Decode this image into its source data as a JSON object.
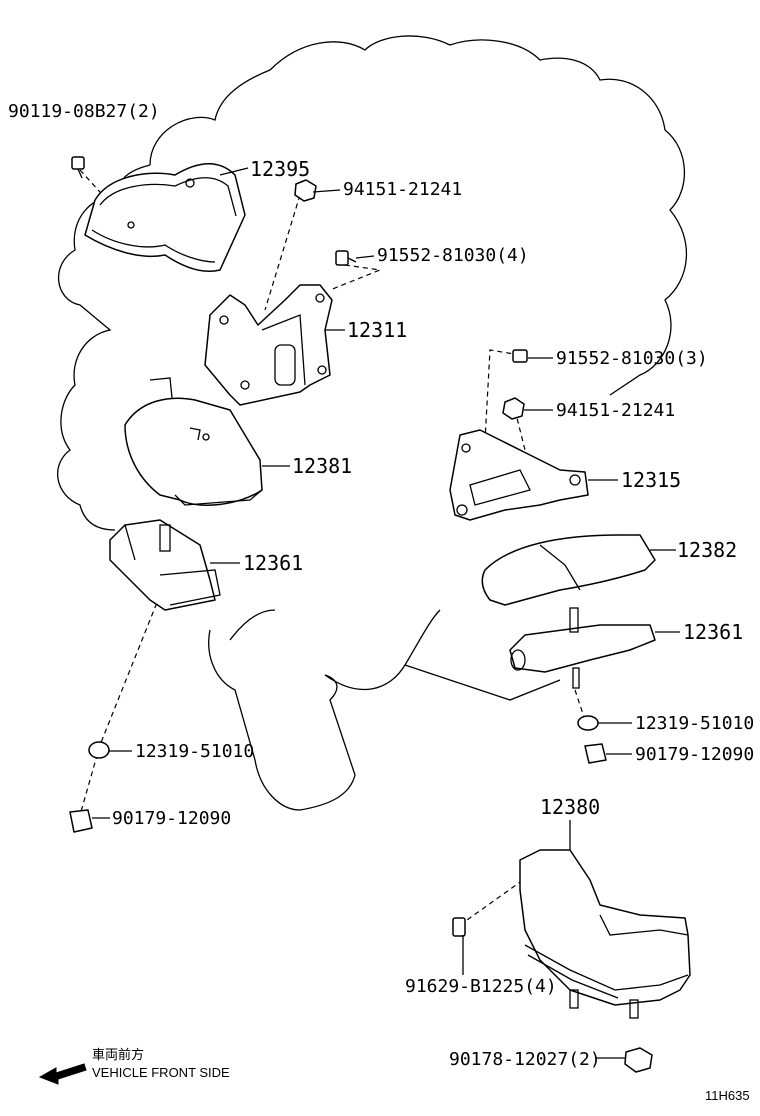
{
  "labels": {
    "p90119": "90119-08B27(2)",
    "p12395": "12395",
    "p94151_a": "94151-21241",
    "p91552_4": "91552-81030(4)",
    "p12311": "12311",
    "p12381": "12381",
    "p12361_left": "12361",
    "p12319_left": "12319-51010",
    "p90179_left": "90179-12090",
    "p91552_3": "91552-81030(3)",
    "p94151_b": "94151-21241",
    "p12315": "12315",
    "p12382": "12382",
    "p12361_right": "12361",
    "p12319_right": "12319-51010",
    "p90179_right": "90179-12090",
    "p12380": "12380",
    "p91629": "91629-B1225(4)",
    "p90178": "90178-12027(2)"
  },
  "front_note": {
    "japanese": "車両前方",
    "english": "VEHICLE FRONT SIDE"
  },
  "figure_code": "11H635"
}
